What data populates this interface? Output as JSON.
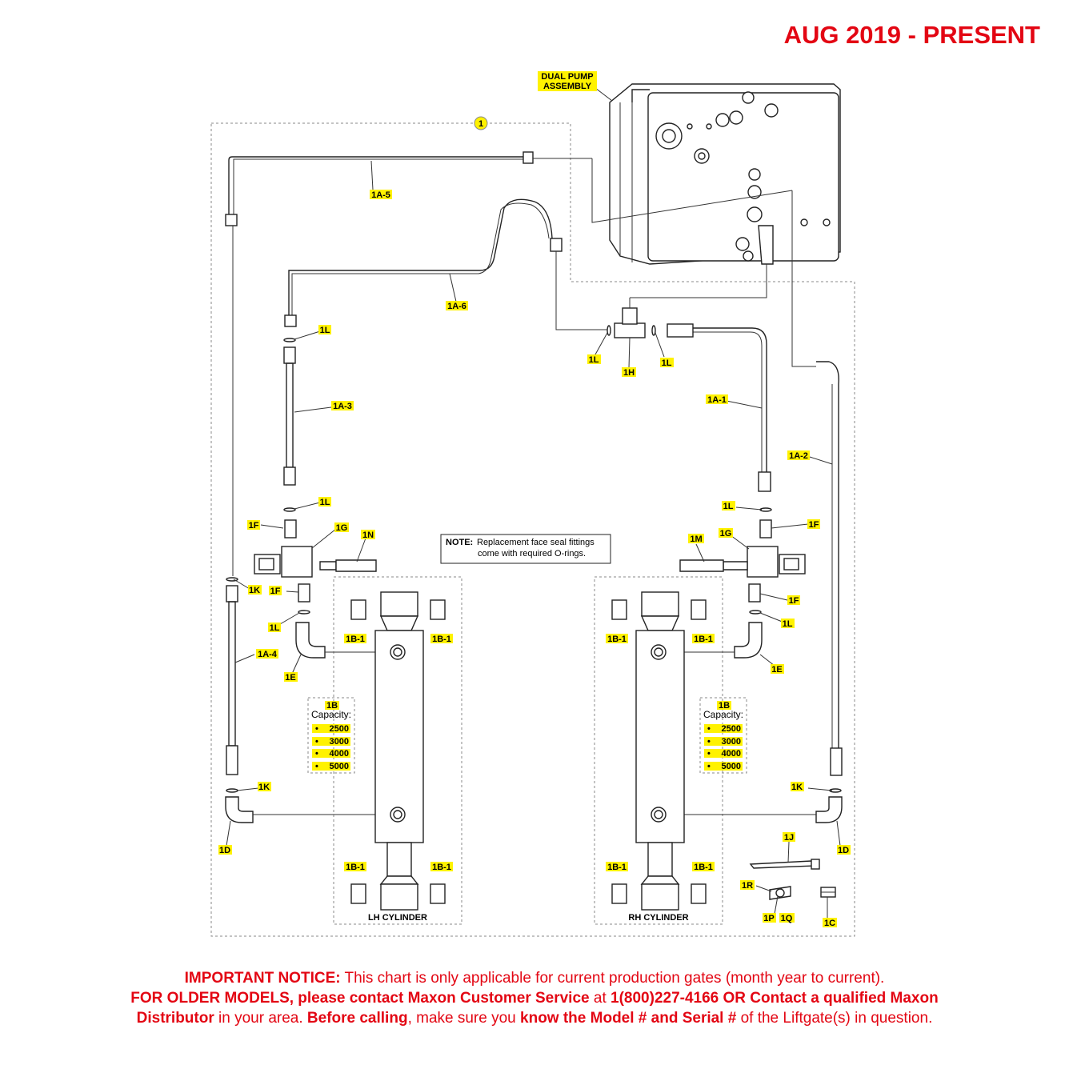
{
  "header": {
    "title": "AUG 2019 - PRESENT"
  },
  "labels": {
    "dual_pump_line1": "DUAL PUMP",
    "dual_pump_line2": "ASSEMBLY",
    "kit": "1",
    "p1A1": "1A-1",
    "p1A2": "1A-2",
    "p1A3": "1A-3",
    "p1A4": "1A-4",
    "p1A5": "1A-5",
    "p1A6": "1A-6",
    "p1B": "1B",
    "p1B1": "1B-1",
    "p1C": "1C",
    "p1D": "1D",
    "p1E": "1E",
    "p1F": "1F",
    "p1G": "1G",
    "p1H": "1H",
    "p1J": "1J",
    "p1K": "1K",
    "p1L": "1L",
    "p1M": "1M",
    "p1N": "1N",
    "p1P": "1P",
    "p1Q": "1Q",
    "p1R": "1R",
    "capacity": "Capacity:",
    "cap_values": [
      "2500",
      "3000",
      "4000",
      "5000"
    ],
    "bullet": "•",
    "lh_cylinder": "LH CYLINDER",
    "rh_cylinder": "RH CYLINDER",
    "note_prefix": "NOTE:",
    "note_line1": "Replacement face seal fittings",
    "note_line2": "come with required O-rings."
  },
  "notice": {
    "important_label": "IMPORTANT NOTICE:",
    "important_text": " This chart is only applicable for current production gates (month year to current).",
    "older_models": "FOR OLDER MODELS, please contact Maxon Customer Service",
    "at": " at ",
    "phone_contact": "1(800)227-4166 OR Contact a qualified Maxon",
    "distributor": "Distributor",
    "in_area": " in your area. ",
    "before_calling": "Before calling",
    "make_sure": ", make sure you ",
    "know_model": "know the Model # and Serial #",
    "of_liftgate": " of the Liftgate(s) in question."
  },
  "colors": {
    "accent_red": "#e30613",
    "highlight": "#fff200"
  }
}
